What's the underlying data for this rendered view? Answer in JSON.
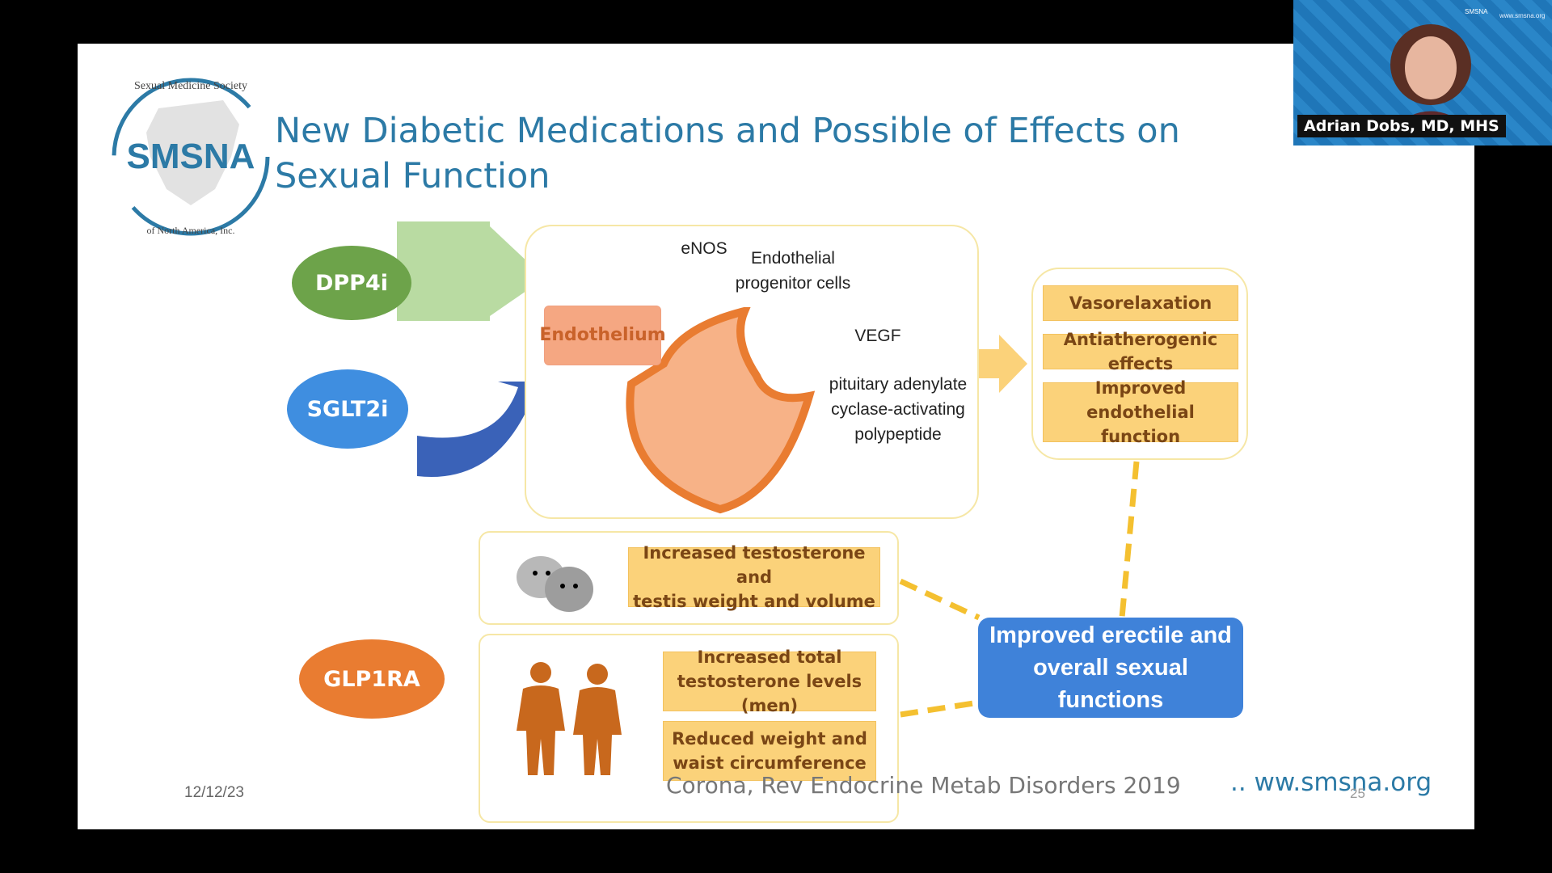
{
  "slide": {
    "title_line1": "New Diabetic Medications and Possible of  Effects on",
    "title_line2": "Sexual Function",
    "logo": {
      "text": "SMSNA",
      "ring_top": "Sexual Medicine Society",
      "ring_bottom": "of North America, Inc."
    },
    "drugs": {
      "dpp4i": "DPP4i",
      "sglt2i": "SGLT2i",
      "glp1ra": "GLP1RA"
    },
    "endothelium": {
      "label": "Endothelium",
      "enos": "eNOS",
      "progenitor": "Endothelial progenitor cells",
      "vegf": "VEGF",
      "pacap_1": "pituitary adenylate",
      "pacap_2": "cyclase-activating",
      "pacap_3": "polypeptide"
    },
    "effects": {
      "vasorelaxation": "Vasorelaxation",
      "antiatherogenic": "Antiatherogenic effects",
      "endothelial_1": "Improved endothelial",
      "endothelial_2": "function"
    },
    "glp1": {
      "testosterone_1": "Increased testosterone and",
      "testosterone_2": "testis weight and volume",
      "total_1": "Increased total",
      "total_2": "testosterone levels (men)",
      "weight_1": "Reduced weight and",
      "weight_2": "waist circumference"
    },
    "outcome_1": "Improved erectile and",
    "outcome_2": "overall sexual functions",
    "footer": {
      "date": "12/12/23",
      "citation": "Corona, Rev Endocrine Metab Disorders 2019",
      "website": ".. ww.smsna.org",
      "page": "25"
    },
    "colors": {
      "title": "#2c7aa6",
      "dpp4i": "#6da34a",
      "sglt2i": "#3f8ee0",
      "glp1ra": "#e97c31",
      "outcome": "#3f82d9",
      "effect_box": "#fbd27a"
    }
  },
  "video": {
    "presenter": "Adrian Dobs, MD, MHS",
    "watermark": "www.smsna.org",
    "badge": "SMSNA"
  }
}
